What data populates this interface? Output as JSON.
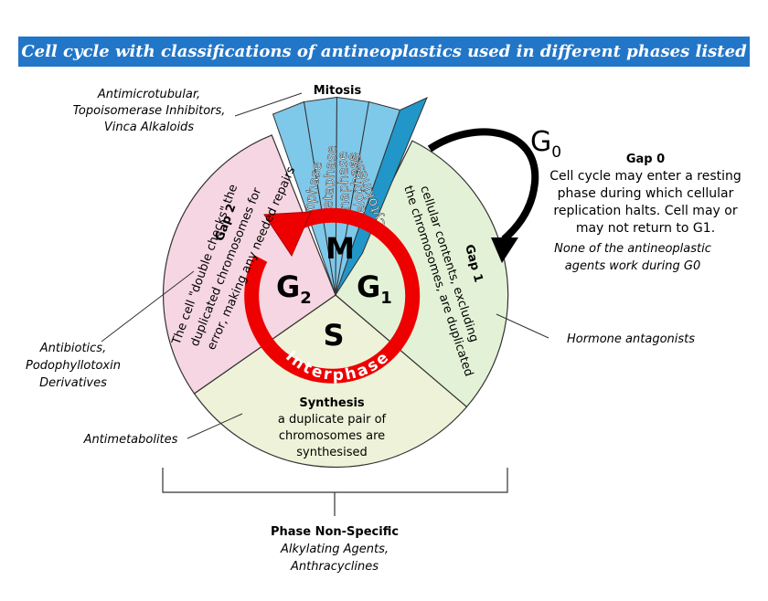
{
  "title": "Cell cycle with classifications of antineoplastics used in different phases listed in italics",
  "mitosis": {
    "heading": "Mitosis",
    "drugs": [
      "Antimicrotubular,",
      "Topoisomerase Inhibitors,",
      "Vinca Alkaloids"
    ],
    "phases": [
      "Prophase",
      "Metaphase",
      "Anaphase",
      "Telophase",
      "Cytokinesis"
    ],
    "letter": "M"
  },
  "g0": {
    "symbol": "G",
    "subscript": "0",
    "heading": "Gap 0",
    "description": [
      "Cell cycle may enter a resting",
      "phase during which cellular",
      "replication halts. Cell may or",
      "may not return to G1."
    ],
    "drugs": [
      "None of the antineoplastic",
      "agents work during G0"
    ]
  },
  "g1": {
    "symbol": "G",
    "subscript": "1",
    "heading": "Gap 1",
    "description": [
      "cellular contents, excluding",
      "the chromosomes, are duplicated"
    ],
    "drugs": "Hormone antagonists"
  },
  "g2": {
    "symbol": "G",
    "subscript": "2",
    "heading": "Gap 2",
    "description": [
      "The cell \"double checks\" the",
      "duplicated chromosomes for",
      "error, making any needed repairs"
    ],
    "drugs": [
      "Antibiotics,",
      "Podophyllotoxin",
      "Derivatives"
    ]
  },
  "s": {
    "letter": "S",
    "heading": "Synthesis",
    "description": [
      "a duplicate pair of",
      "chromosomes are",
      "synthesised"
    ],
    "drugs": "Antimetabolites"
  },
  "interphase": "Interphase",
  "nonspecific": {
    "heading": "Phase Non-Specific",
    "drugs": [
      "Alkylating Agents,",
      "Anthracyclines"
    ]
  },
  "colors": {
    "title_band": "#2276c8",
    "mitosis": "#7ec8ea",
    "cytokinesis": "#2196c8",
    "gap1": "#e3f2d6",
    "gap2": "#f6d6e2",
    "synthesis": "#eef2d8",
    "arrow": "#ee0000"
  }
}
